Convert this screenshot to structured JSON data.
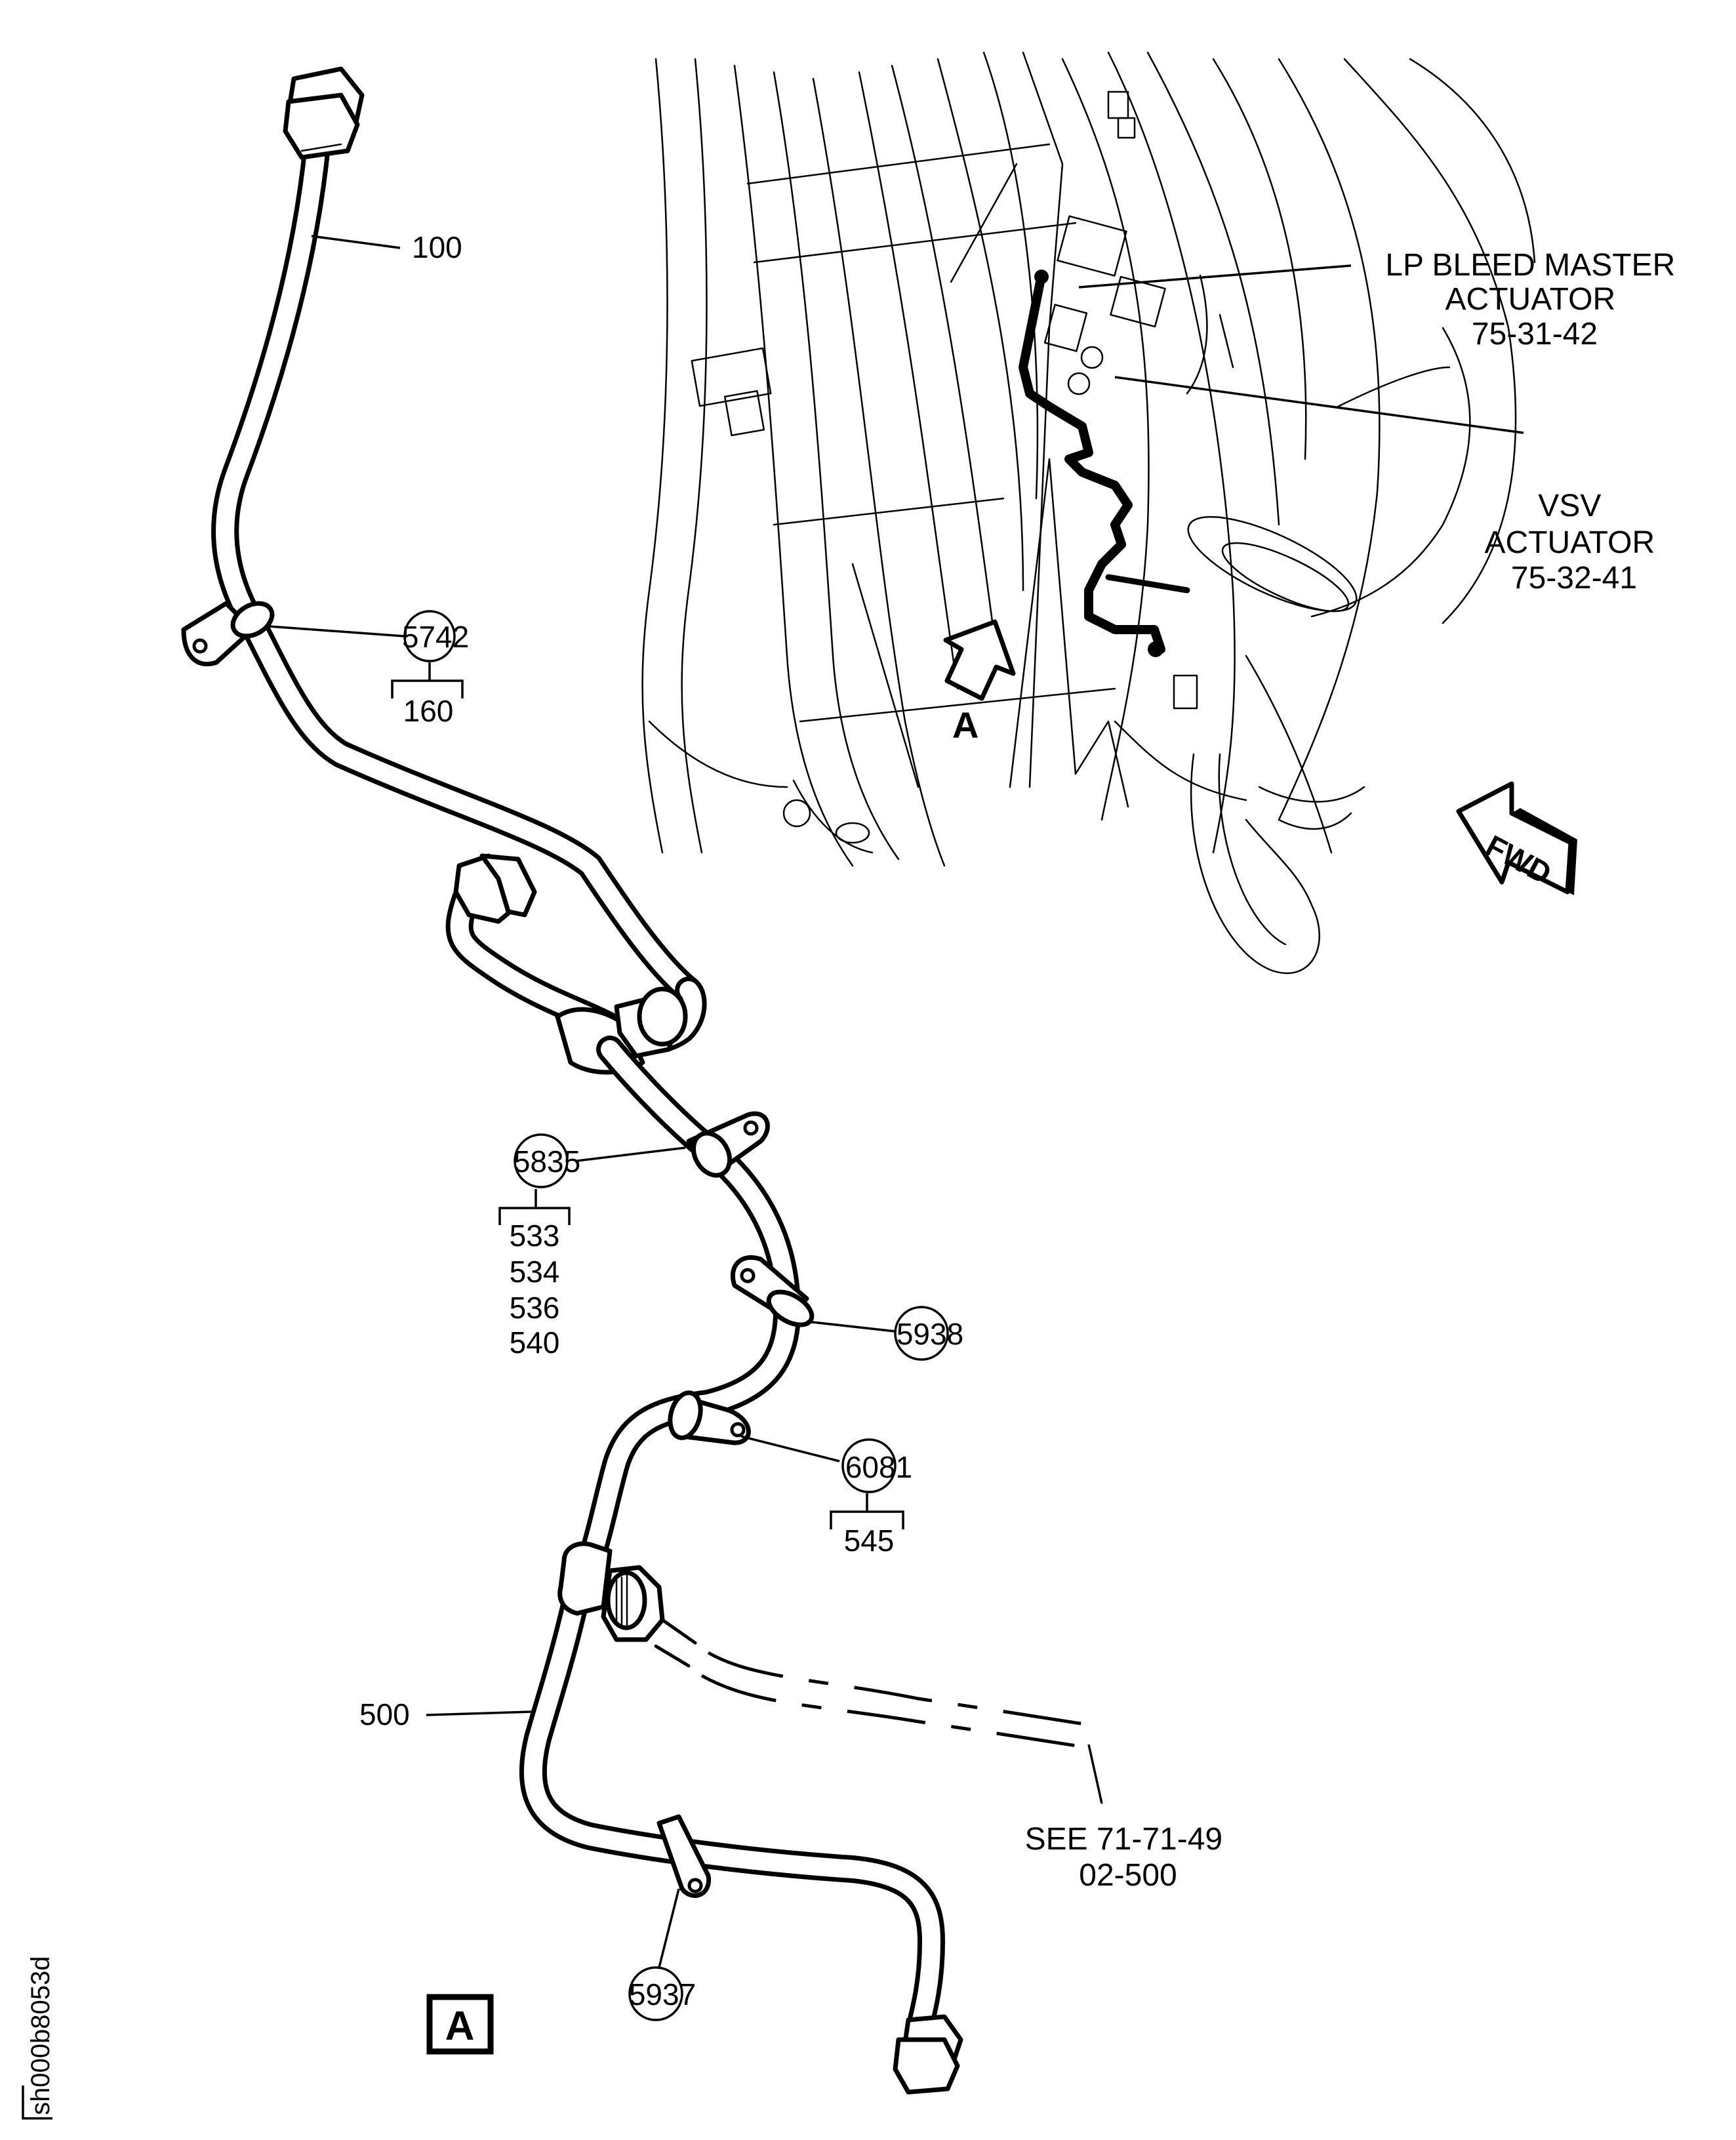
{
  "drawing": {
    "id_label": "sh000b8053d",
    "view_label": "A",
    "view_arrow_label": "A",
    "fwd_label": "FWD"
  },
  "engine_callouts": [
    {
      "name": "lp-bleed-master-actuator",
      "lines": [
        "LP BLEED MASTER",
        "ACTUATOR",
        "75-31-42"
      ]
    },
    {
      "name": "vsv-actuator",
      "lines": [
        "VSV",
        "ACTUATOR",
        "75-32-41"
      ]
    }
  ],
  "item_labels": {
    "item_100": "100",
    "item_500": "500"
  },
  "balloons": [
    {
      "name": "balloon-5742",
      "number": "5742",
      "sub_items": [
        "160"
      ]
    },
    {
      "name": "balloon-5835",
      "number": "5835",
      "sub_items": [
        "533",
        "534",
        "536",
        "540"
      ]
    },
    {
      "name": "balloon-5938",
      "number": "5938",
      "sub_items": []
    },
    {
      "name": "balloon-6081",
      "number": "6081",
      "sub_items": [
        "545"
      ]
    },
    {
      "name": "balloon-5937",
      "number": "5937",
      "sub_items": []
    }
  ],
  "reference_note": {
    "lines": [
      "SEE 71-71-49",
      "02-500"
    ]
  }
}
